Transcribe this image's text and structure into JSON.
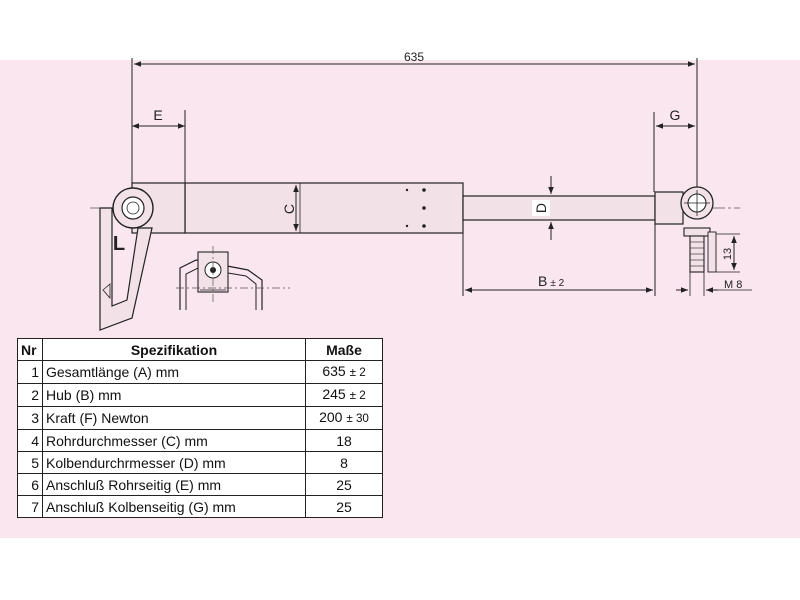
{
  "dimensions": {
    "A": "635",
    "E": "E",
    "G": "G",
    "C": "C",
    "D": "D",
    "L": "L",
    "B": "B",
    "B_tol": "± 2",
    "h13": "13",
    "M8": "M 8"
  },
  "table": {
    "headers": {
      "nr": "Nr",
      "spec": "Spezifikation",
      "value": "Maße"
    },
    "rows": [
      {
        "nr": "1",
        "spec": "Gesamtlänge (A) mm",
        "value": "635",
        "tol": "± 2"
      },
      {
        "nr": "2",
        "spec": "Hub (B)  mm",
        "value": "245",
        "tol": "± 2"
      },
      {
        "nr": "3",
        "spec": "Kraft (F) Newton",
        "value": "200",
        "tol": "± 30"
      },
      {
        "nr": "4",
        "spec": "Rohrdurchmesser (C) mm",
        "value": "18",
        "tol": ""
      },
      {
        "nr": "5",
        "spec": "Kolbendurchrmesser (D) mm",
        "value": "8",
        "tol": ""
      },
      {
        "nr": "6",
        "spec": "Anschluß Rohrseitig (E) mm",
        "value": "25",
        "tol": ""
      },
      {
        "nr": "7",
        "spec": "Anschluß Kolbenseitig (G) mm",
        "value": "25",
        "tol": ""
      }
    ]
  },
  "colors": {
    "band": "#f9e6ee",
    "line": "#222222"
  }
}
